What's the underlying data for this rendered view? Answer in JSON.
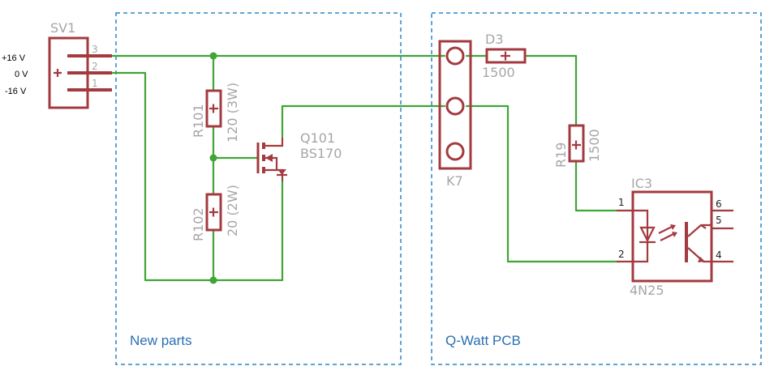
{
  "voltage_labels": {
    "pos": "+16 V",
    "zero": "0 V",
    "neg": "-16 V"
  },
  "groups": {
    "new_parts": "New parts",
    "qwatt_pcb": "Q-Watt PCB"
  },
  "components": {
    "sv1": {
      "name": "SV1",
      "pins": [
        "3",
        "2",
        "1"
      ]
    },
    "r101": {
      "name": "R101",
      "value": "120 (3W)"
    },
    "r102": {
      "name": "R102",
      "value": "20 (2W)"
    },
    "q101": {
      "name": "Q101",
      "value": "BS170"
    },
    "k7": {
      "name": "K7"
    },
    "d3": {
      "name": "D3",
      "value": "1500"
    },
    "r19": {
      "name": "R19",
      "value": "1500"
    },
    "ic3": {
      "name": "IC3",
      "value": "4N25",
      "pins": [
        "1",
        "2",
        "6",
        "5",
        "4"
      ]
    }
  },
  "colors": {
    "wire": "#3fa535",
    "part": "#a33a3f",
    "group_border": "#2a86c9",
    "label": "#a6a6a6"
  }
}
